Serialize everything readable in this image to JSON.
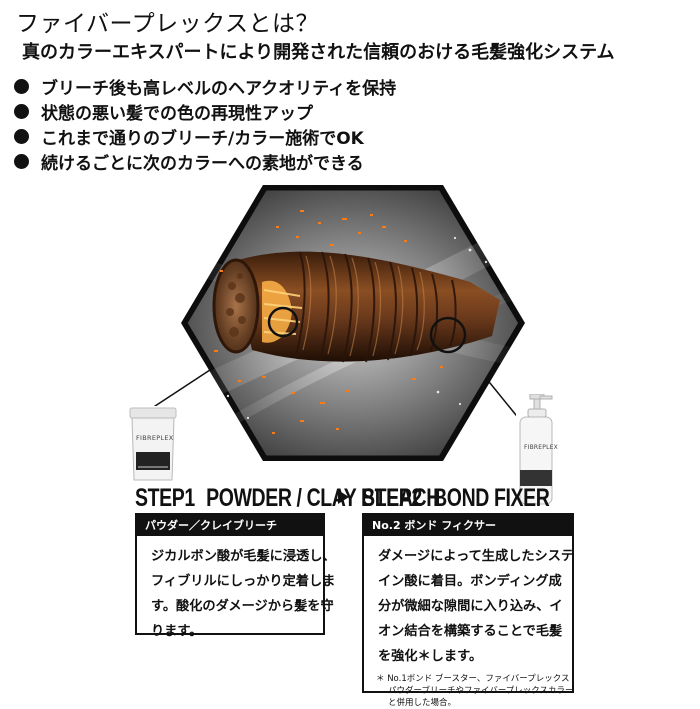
{
  "title": "ファイバープレックスとは？",
  "subtitle": "真のカラーエキスパートにより開発された信頼のおける毛髪強化システム",
  "bullets": [
    "ブリーチ後も高レベルのヘアクオリティを保持",
    "状態の悪い髪での色の再現性アップ",
    "これまで通りのブリーチ/カラー施術でOK",
    "続けるごとに次のカラーへの素地ができる"
  ],
  "products": {
    "powder_label": "FIBREPLEX",
    "bottle_label": "FIBREPLEX"
  },
  "step1": {
    "prefix": "STEP",
    "number": "1",
    "name": "POWDER / CLAY BLEACH",
    "header": "パウダー／クレイブリーチ",
    "lines": [
      "ジカルボン酸が毛髪に浸透し、",
      "フィブリルにしっかり定着しま",
      "す。酸化のダメージから髪を守",
      "ります。"
    ]
  },
  "step2": {
    "prefix": "STEP",
    "number": "2",
    "name": "BOND FIXER",
    "header": "No.2 ボンド フィクサー",
    "lines": [
      "ダメージによって生成したシステ",
      "イン酸に着目。ボンディング成",
      "分が微細な隙間に入り込み、イ",
      "オン結合を構築することで毛髪",
      "を強化＊します。"
    ],
    "note": [
      "＊ No.1ボンド ブースター、ファイバープレックス",
      "パウダーブリーチやファイバープレックスカラー",
      "と併用した場合。"
    ]
  },
  "colors": {
    "hexagon_border": "#0d0d0d",
    "hair_brown": "#6b3a1c",
    "spark_orange": "#ff7a10",
    "card_header": "#111111"
  }
}
